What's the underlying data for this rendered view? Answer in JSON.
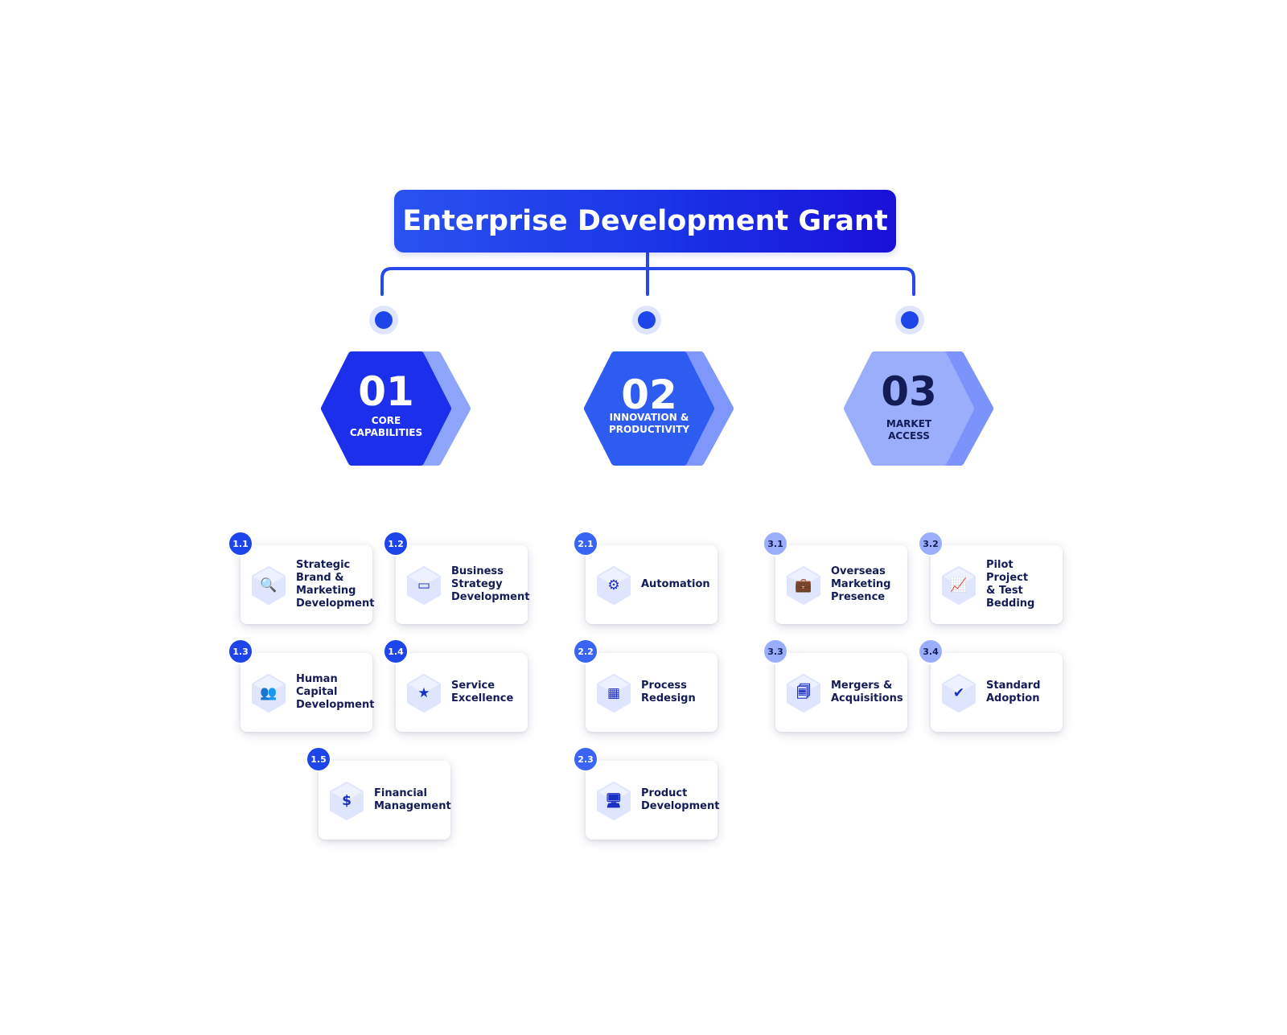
{
  "title": "Enterprise Development Grant",
  "colors": {
    "primary": "#1a33e6",
    "mid": "#2f5cf0",
    "light": "#9aaefc",
    "text_dark": "#141c56",
    "icon_bg": "#dfe5fd"
  },
  "pillars": [
    {
      "number": "01",
      "label": "CORE\nCAPABILITIES",
      "color_main": "#1c30ec",
      "color_back": "#8fa5fb",
      "text_color": "#ffffff",
      "badge_color": "#1d45ea",
      "items": [
        {
          "code": "1.1",
          "label": "Strategic\nBrand &\nMarketing\nDevelopment",
          "icon": "document-search-icon",
          "glyph": "🔍"
        },
        {
          "code": "1.2",
          "label": "Business\nStrategy\nDevelopment",
          "icon": "presentation-board-icon",
          "glyph": "▭"
        },
        {
          "code": "1.3",
          "label": "Human\nCapital\nDevelopment",
          "icon": "team-people-icon",
          "glyph": "👥"
        },
        {
          "code": "1.4",
          "label": "Service\nExcellence",
          "icon": "star-badge-icon",
          "glyph": "★"
        },
        {
          "code": "1.5",
          "label": "Financial\nManagement",
          "icon": "dollar-icon",
          "glyph": "$"
        }
      ]
    },
    {
      "number": "02",
      "label": "INNOVATION &\nPRODUCTIVITY",
      "color_main": "#2f5cf0",
      "color_back": "#7f97fa",
      "text_color": "#ffffff",
      "badge_color": "#3a64f2",
      "items": [
        {
          "code": "2.1",
          "label": "Automation",
          "icon": "gears-icon",
          "glyph": "⚙"
        },
        {
          "code": "2.2",
          "label": "Process\nRedesign",
          "icon": "grid-blocks-icon",
          "glyph": "▦"
        },
        {
          "code": "2.3",
          "label": "Product\nDevelopment",
          "icon": "monitor-pen-icon",
          "glyph": "🖥"
        }
      ]
    },
    {
      "number": "03",
      "label": "MARKET\nACCESS",
      "color_main": "#9aaefc",
      "color_back": "#7b93fa",
      "text_color": "#141c56",
      "badge_color": "#9aaefc",
      "items": [
        {
          "code": "3.1",
          "label": "Overseas\nMarketing\nPresence",
          "icon": "briefcase-icon",
          "glyph": "💼"
        },
        {
          "code": "3.2",
          "label": "Pilot Project\n& Test\nBedding",
          "icon": "chart-screen-icon",
          "glyph": "📈"
        },
        {
          "code": "3.3",
          "label": "Mergers &\nAcquisitions",
          "icon": "documents-icon",
          "glyph": "🗐"
        },
        {
          "code": "3.4",
          "label": "Standard\nAdoption",
          "icon": "clipboard-check-icon",
          "glyph": "✔"
        }
      ]
    }
  ]
}
